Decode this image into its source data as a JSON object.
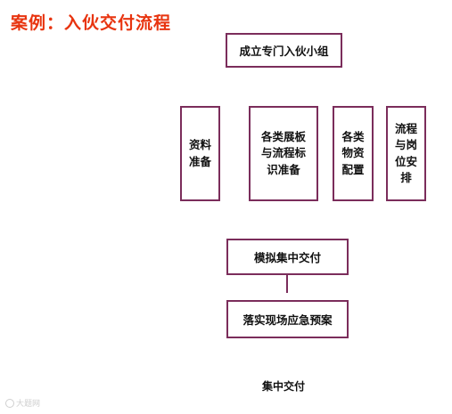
{
  "title": "案例：入伙交付流程",
  "accent_color": "#e8340f",
  "border_color": "#7b2d5b",
  "top_box": "成立专门入伙小组",
  "columns": [
    {
      "lines": [
        "资料",
        "准备"
      ]
    },
    {
      "lines": [
        "各类展板",
        "与流程标",
        "识准备"
      ]
    },
    {
      "lines": [
        "各类",
        "物资",
        "配置"
      ]
    },
    {
      "lines": [
        "流程",
        "与岗",
        "位安",
        "排"
      ]
    }
  ],
  "step_mock": "模拟集中交付",
  "step_emergency": "落实现场应急预案",
  "final_step": "集中交付",
  "watermark": "大题网"
}
